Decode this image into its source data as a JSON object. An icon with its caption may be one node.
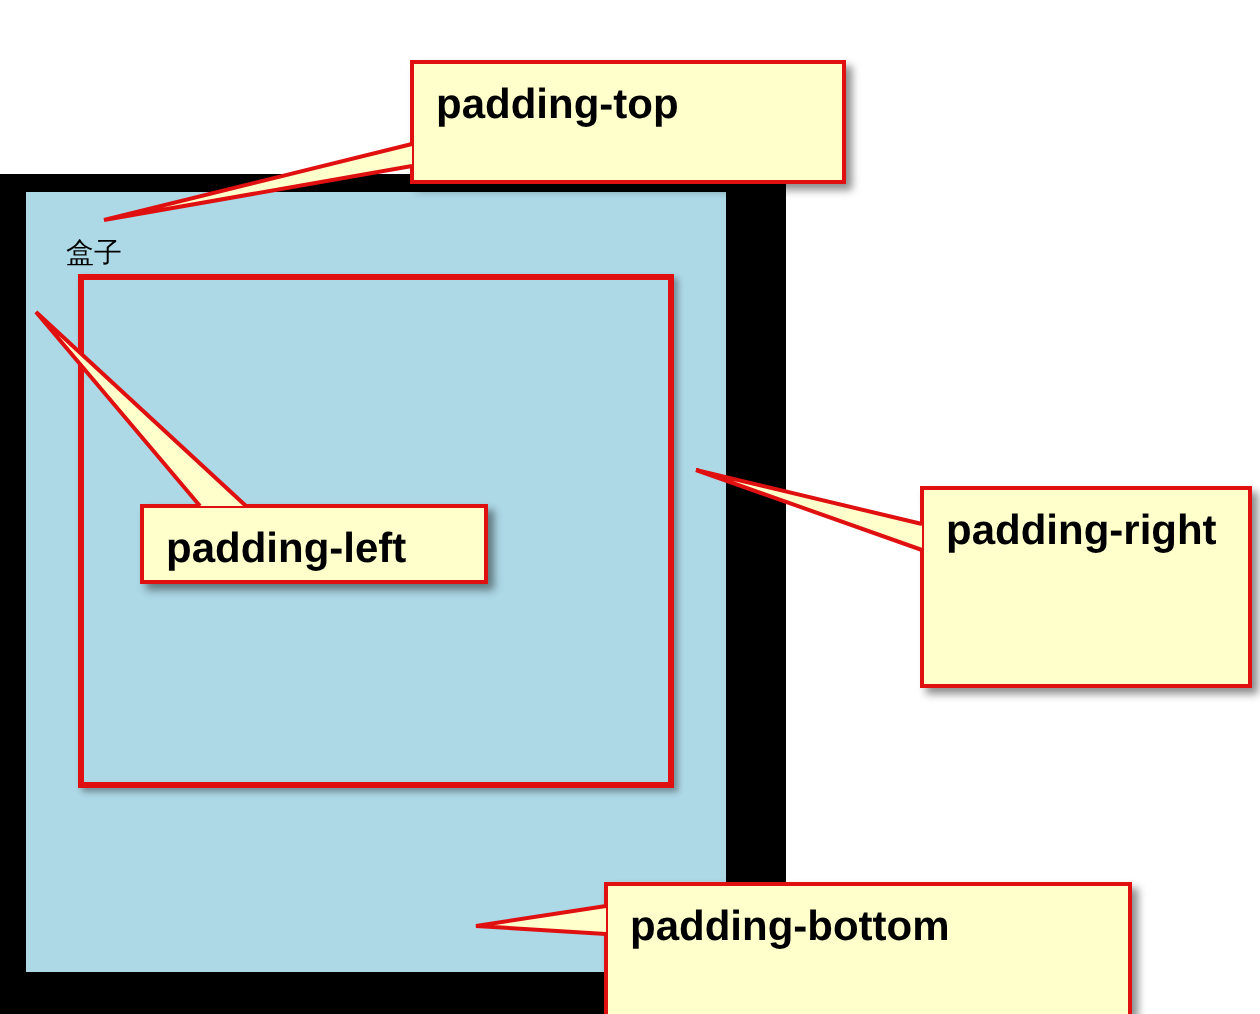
{
  "diagram": {
    "nodes": [
      {
        "text": [
          "padding-top"
        ]
      },
      {
        "text": [
          "盒子"
        ]
      },
      {
        "text": [],
        "shape": "box",
        "in": 1
      },
      {
        "text": [
          "padding-left"
        ],
        "in": 2
      },
      {
        "text": [
          "padding-right"
        ]
      },
      {
        "text": [
          "padding-bottom"
        ]
      }
    ],
    "edges": [
      {
        "from": 0,
        "to": 1,
        "arrow": "none"
      },
      {
        "from": 3,
        "to": 1,
        "arrow": "none"
      },
      {
        "from": 4,
        "to": 1,
        "arrow": "none"
      },
      {
        "from": 5,
        "to": 1,
        "arrow": "none"
      }
    ]
  }
}
